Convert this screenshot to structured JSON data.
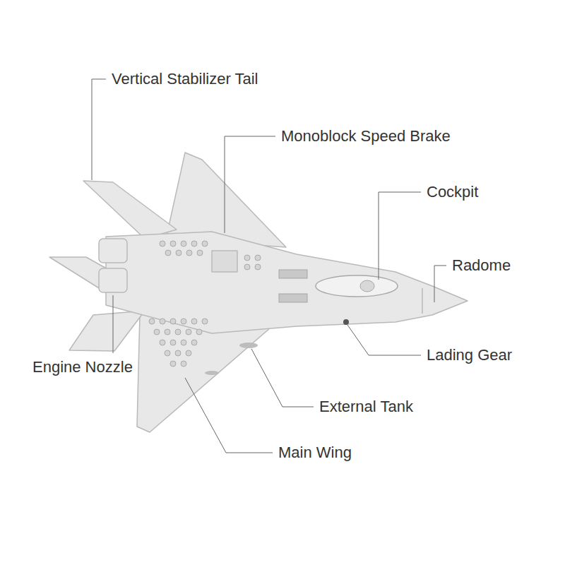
{
  "diagram": {
    "labels": [
      "Vertical Stabilizer Tail",
      "Monoblock Speed Brake",
      "Cockpit",
      "Radome",
      "Engine Nozzle",
      "Lading Gear",
      "External Tank",
      "Main Wing"
    ]
  }
}
